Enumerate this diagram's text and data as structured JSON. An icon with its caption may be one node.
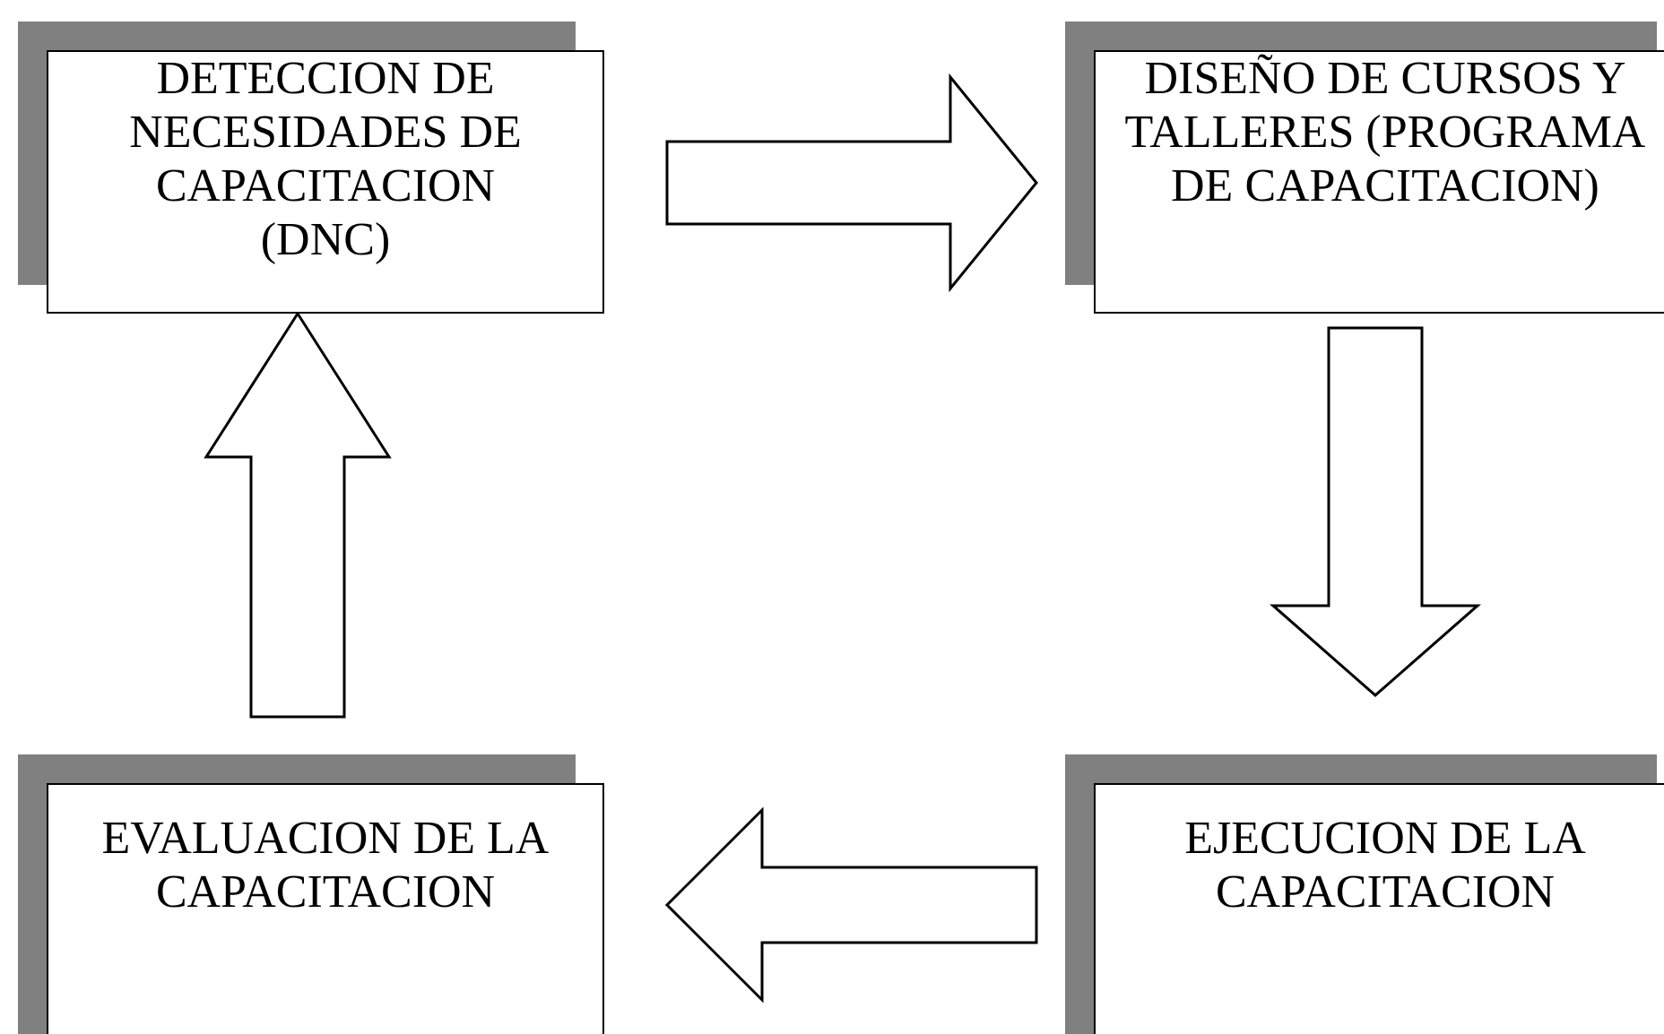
{
  "diagram": {
    "nodes": [
      {
        "text": [
          "DETECCION DE NECESIDADES DE CAPACITACION (DNC)"
        ]
      },
      {
        "text": [
          "DISEÑO DE CURSOS Y TALLERES (PROGRAMA DE CAPACITACION)"
        ]
      },
      {
        "text": [
          "EVALUACION DE LA CAPACITACION"
        ]
      },
      {
        "text": [
          "EJECUCION DE LA CAPACITACION"
        ]
      }
    ],
    "edges": [
      {
        "from": 0,
        "to": 1,
        "arrow": "to"
      },
      {
        "from": 1,
        "to": 3,
        "arrow": "to"
      },
      {
        "from": 3,
        "to": 2,
        "arrow": "to"
      },
      {
        "from": 2,
        "to": 0,
        "arrow": "to"
      }
    ]
  }
}
